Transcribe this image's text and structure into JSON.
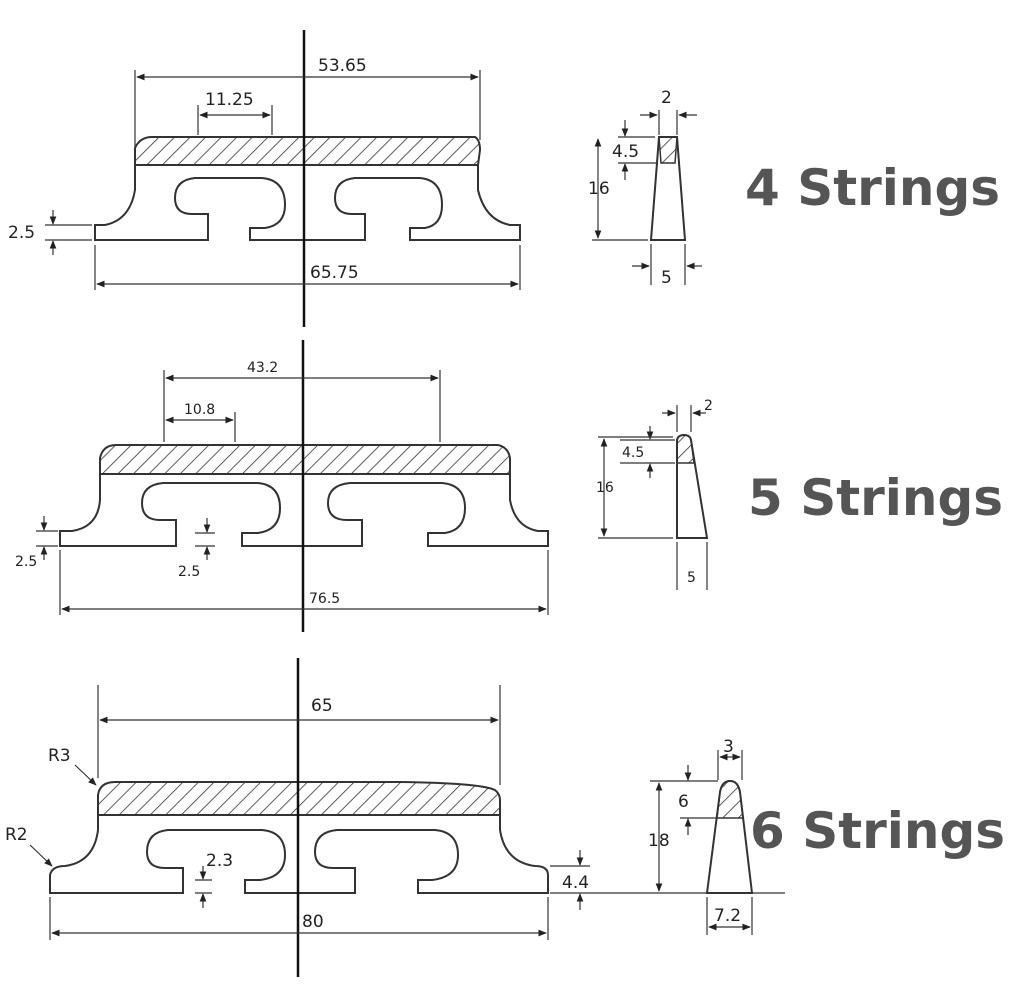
{
  "sections": [
    {
      "title": "4 Strings",
      "dims": {
        "top_span": "53.65",
        "slot_spacing": "11.25",
        "foot_height": "2.5",
        "overall_length": "65.75",
        "profile_top": "2",
        "profile_crown": "4.5",
        "profile_height": "16",
        "profile_base": "5"
      }
    },
    {
      "title": "5 Strings",
      "dims": {
        "top_span": "43.2",
        "slot_spacing": "10.8",
        "foot_height": "2.5",
        "slot_height": "2.5",
        "overall_length": "76.5",
        "profile_top": "2",
        "profile_crown": "4.5",
        "profile_height": "16",
        "profile_base": "5"
      }
    },
    {
      "title": "6 Strings",
      "dims": {
        "top_span": "65",
        "radius_top": "R3",
        "radius_bottom": "R2",
        "slot_height": "2.3",
        "foot_height": "4.4",
        "overall_length": "80",
        "profile_top": "3",
        "profile_crown": "6",
        "profile_height": "18",
        "profile_base": "7.2"
      }
    }
  ]
}
